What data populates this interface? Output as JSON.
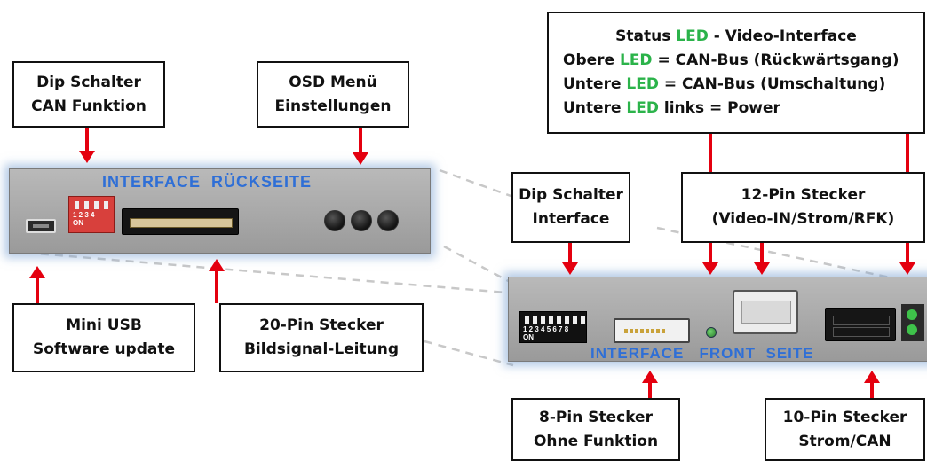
{
  "callouts": {
    "status_led": {
      "line1_pre": "Status ",
      "line1_led": "LED",
      "line1_post": " - Video-Interface",
      "line2_pre": "Obere ",
      "line2_led": "LED",
      "line2_post": " = CAN-Bus (Rückwärtsgang)",
      "line3_pre": "Untere ",
      "line3_led": "LED",
      "line3_post": " = CAN-Bus (Umschaltung)",
      "line4_pre": "Untere ",
      "line4_led": "LED",
      "line4_post": " links = Power"
    },
    "dip_can": {
      "line1": "Dip Schalter",
      "line2": "CAN Funktion"
    },
    "osd_menu": {
      "line1": "OSD Menü",
      "line2": "Einstellungen"
    },
    "dip_interface": {
      "line1": "Dip Schalter",
      "line2": "Interface"
    },
    "pin12": {
      "line1": "12-Pin Stecker",
      "line2": "(Video-IN/Strom/RFK)"
    },
    "mini_usb": {
      "line1": "Mini USB",
      "line2": "Software update"
    },
    "pin20": {
      "line1": "20-Pin Stecker",
      "line2": "Bildsignal-Leitung"
    },
    "pin8": {
      "line1": "8-Pin Stecker",
      "line2": "Ohne Funktion"
    },
    "pin10": {
      "line1": "10-Pin Stecker",
      "line2": "Strom/CAN"
    }
  },
  "panels": {
    "back_label": "INTERFACE  RÜCKSEITE",
    "front_label": "INTERFACE   FRONT  SEITE",
    "back_dip_text": "1 2 3 4\nON",
    "front_dip_text": "1 2 3 4 5 6 7 8\nON"
  },
  "colors": {
    "arrow": "#e4000f",
    "led_text": "#2bb34a",
    "panel_label": "#2f6fd6",
    "panel_glow": "#78a0d2"
  }
}
